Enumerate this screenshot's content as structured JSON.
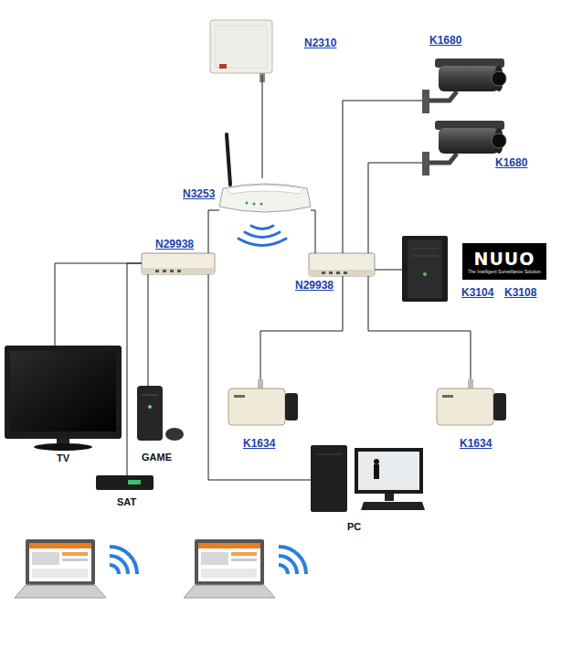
{
  "diagram": {
    "nodes": [
      {
        "text": [
          "N2310"
        ]
      },
      {
        "text": [
          "K1680"
        ]
      },
      {
        "text": [
          "K1680"
        ]
      },
      {
        "text": [
          "N3253"
        ]
      },
      {
        "text": [
          "N29938"
        ]
      },
      {
        "text": [
          "N29938"
        ]
      },
      {
        "text": [
          "K3104",
          "K3108"
        ]
      },
      {
        "text": [
          "NUUO",
          "The Intelligent Surveillance Solution"
        ]
      },
      {
        "text": [
          "TV"
        ]
      },
      {
        "text": [
          "K1634"
        ]
      },
      {
        "text": [
          "K1634"
        ]
      },
      {
        "text": [
          "GAME"
        ]
      },
      {
        "text": [
          "SAT"
        ]
      },
      {
        "text": [
          "PC"
        ]
      }
    ],
    "edges": [
      {
        "from": 0,
        "to": 3,
        "arrow": "none"
      },
      {
        "from": 3,
        "to": 4,
        "arrow": "none"
      },
      {
        "from": 3,
        "to": 5,
        "arrow": "none"
      },
      {
        "from": 5,
        "to": 1,
        "arrow": "none"
      },
      {
        "from": 5,
        "to": 2,
        "arrow": "none"
      },
      {
        "from": 5,
        "to": 6,
        "arrow": "none"
      },
      {
        "from": 5,
        "to": 9,
        "arrow": "none"
      },
      {
        "from": 5,
        "to": 10,
        "arrow": "none"
      },
      {
        "from": 4,
        "to": 8,
        "arrow": "none"
      },
      {
        "from": 4,
        "to": 11,
        "arrow": "none"
      },
      {
        "from": 4,
        "to": 12,
        "arrow": "none"
      },
      {
        "from": 4,
        "to": 13,
        "arrow": "none"
      }
    ]
  }
}
